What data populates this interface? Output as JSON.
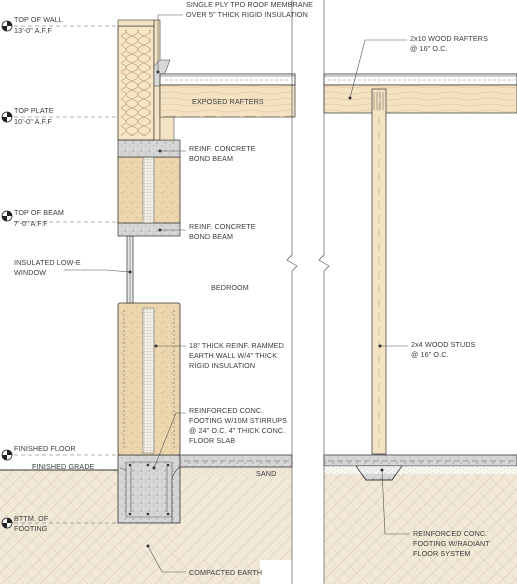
{
  "levels": [
    {
      "name": "TOP OF WALL",
      "elev": "13'-0\" A.F.F"
    },
    {
      "name": "TOP PLATE",
      "elev": "10'-0\" A.F.F"
    },
    {
      "name": "TOP OF BEAM",
      "elev": "7'-0\" A.F.F"
    },
    {
      "name": "FINISHED FLOOR",
      "elev": ""
    },
    {
      "name": "BTTM. OF",
      "elev": "FOOTING"
    }
  ],
  "callouts": {
    "roof_1": "SINGLE PLY TPO ROOF MEMBRANE",
    "roof_2": "OVER 5\" THICK RIGID INSULATION",
    "rafters_1": "2x10 WOOD RAFTERS",
    "rafters_2": "@ 16\" O.C.",
    "exposed_rafters": "EXPOSED RAFTERS",
    "bond1_1": "REINF. CONCRETE",
    "bond1_2": "BOND BEAM",
    "bond2_1": "REINF. CONCRETE",
    "bond2_2": "BOND BEAM",
    "window_1": "INSULATED LOW-E",
    "window_2": "WINDOW",
    "room": "BEDROOM",
    "wall_1": "18\" THICK  REINF. RAMMED",
    "wall_2": "EARTH WALL W/4\" THICK",
    "wall_3": "RIGID INSULATION",
    "studs_1": "2x4 WOOD STUDS",
    "studs_2": "@ 16\" O.C.",
    "footing_1": "REINFORCED CONC.",
    "footing_2": "FOOTING W/10M STIRRUPS",
    "footing_3": "@ 24\" O.C. 4\" THICK CONC.",
    "footing_4": "FLOOR SLAB",
    "finished_grade": "FINISHED GRADE",
    "sand": "SAND",
    "radiant_1": "REINFORCED CONC.",
    "radiant_2": "FOOTING W/RADIANT",
    "radiant_3": "FLOOR SYSTEM",
    "earth": "COMPACTED EARTH"
  },
  "colors": {
    "wood": "#f3e3c3",
    "earth_wall": "#ecd6ad",
    "concrete": "#d6d6d6",
    "insulation": "#f6e6c6",
    "ground": "#f1e8d8",
    "line": "#333333"
  }
}
